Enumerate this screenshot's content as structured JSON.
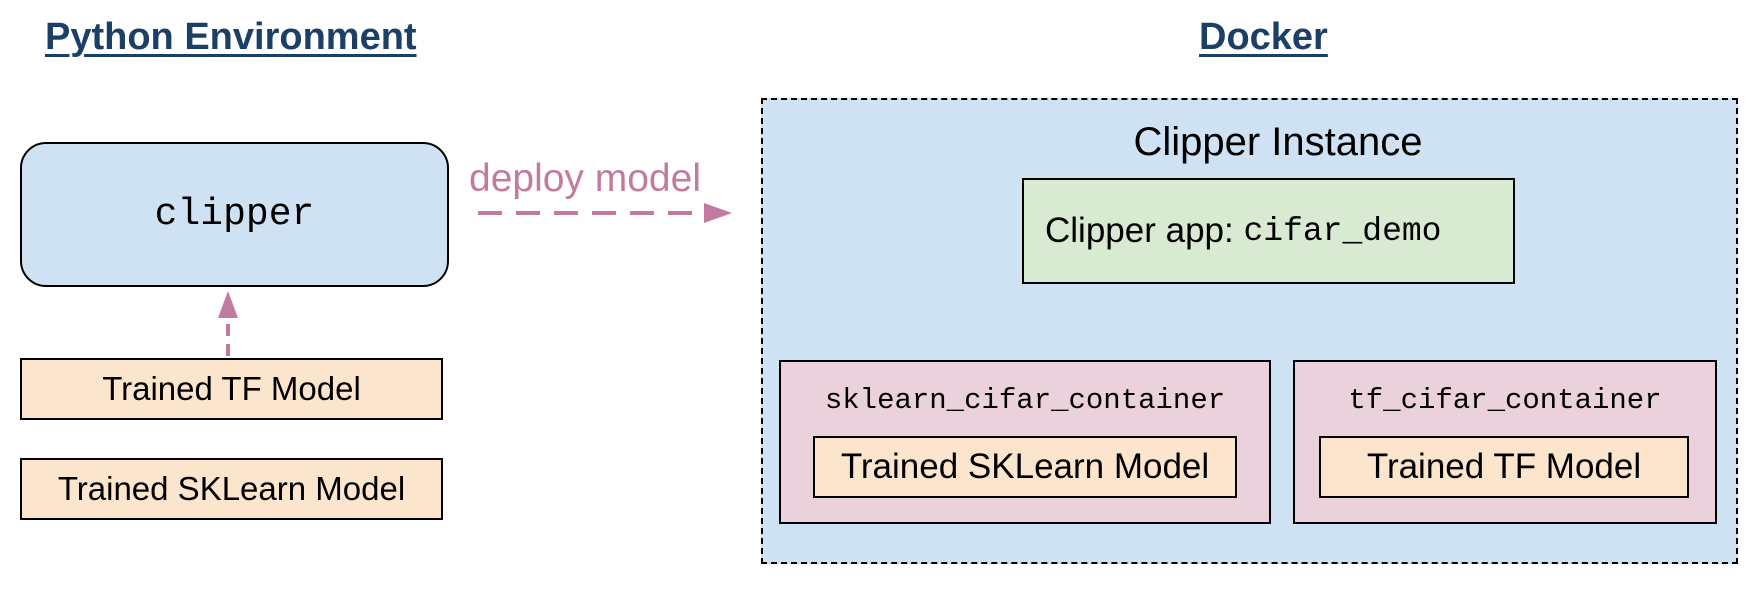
{
  "python_env": {
    "heading": "Python Environment",
    "clipper_box_label": "clipper",
    "models": [
      "Trained TF Model",
      "Trained SKLearn Model"
    ]
  },
  "deploy_arrow": {
    "label": "deploy model"
  },
  "docker": {
    "heading": "Docker",
    "instance_title": "Clipper Instance",
    "app": {
      "label_prefix": "Clipper app: ",
      "app_name": "cifar_demo"
    },
    "containers": [
      {
        "name": "sklearn_cifar_container",
        "model": "Trained SKLearn Model"
      },
      {
        "name": "tf_cifar_container",
        "model": "Trained TF Model"
      }
    ]
  },
  "colors": {
    "heading": "#1c3f66",
    "light_blue": "#cfe2f3",
    "light_green": "#d9ead3",
    "peach": "#fce5cd",
    "pink": "#ead1dc",
    "arrow": "#c27ba0"
  }
}
